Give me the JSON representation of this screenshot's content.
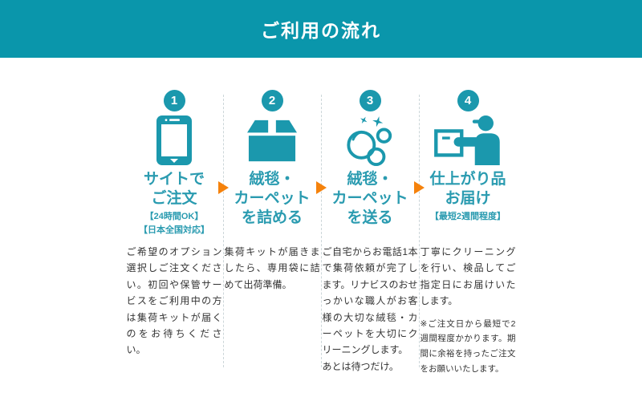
{
  "header": {
    "title": "ご利用の流れ"
  },
  "steps": [
    {
      "number": "1",
      "icon": "smartphone-icon",
      "title": "サイトで\nご注文",
      "badges": [
        "【24時間OK】",
        "【日本全国対応】"
      ],
      "description": "ご希望のオプション選択しご注文ください。初回や保管サービスをご利用中の方は集荷キットが届くのをお待ちください。"
    },
    {
      "number": "2",
      "icon": "box-icon",
      "title": "絨毯・\nカーペット\nを詰める",
      "badges": [],
      "description": "集荷キットが届きましたら、専用袋に詰めて出荷準備。"
    },
    {
      "number": "3",
      "icon": "bubbles-icon",
      "title": "絨毯・\nカーペット\nを送る",
      "badges": [],
      "description": "ご自宅からお電話1本で集荷依頼が完了します。リナビスのおせっかいな職人がお客様の大切な絨毯・カーペットを大切にクリーニングします。\nあとは待つだけ。"
    },
    {
      "number": "4",
      "icon": "delivery-person-icon",
      "title": "仕上がり品\nお届け",
      "badges": [
        "【最短2週間程度】"
      ],
      "description": "丁寧にクリーニングを行い、検品してご指定日にお届けいたします。",
      "note": "※ご注文日から最短で2週間程度かかります。期間に余裕を持ったご注文をお願いいたします。"
    }
  ],
  "colors": {
    "header_bg": "#0a96ab",
    "accent_teal": "#1b98ad",
    "title_teal": "#2a9bb0",
    "arrow_orange": "#f5820c",
    "divider_gray": "#ccd6d9",
    "body_text": "#333333"
  }
}
